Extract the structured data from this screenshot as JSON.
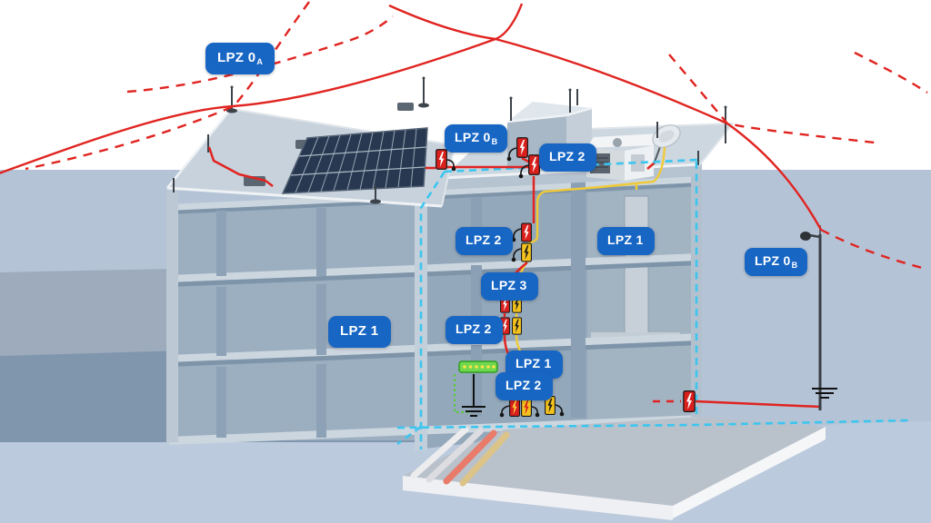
{
  "diagram": {
    "subject": "lightning-protection-zones-building",
    "labels": [
      {
        "id": "lpz-0a-sky",
        "text": "LPZ 0",
        "sub": "A"
      },
      {
        "id": "lpz-0b-roof",
        "text": "LPZ 0",
        "sub": "B"
      },
      {
        "id": "lpz-2-roofline",
        "text": "LPZ 2",
        "sub": ""
      },
      {
        "id": "lpz-2-floor2",
        "text": "LPZ 2",
        "sub": ""
      },
      {
        "id": "lpz-1-floor2",
        "text": "LPZ 1",
        "sub": ""
      },
      {
        "id": "lpz-3-room",
        "text": "LPZ 3",
        "sub": ""
      },
      {
        "id": "lpz-2-floor1",
        "text": "LPZ 2",
        "sub": ""
      },
      {
        "id": "lpz-1-entry",
        "text": "LPZ 1",
        "sub": ""
      },
      {
        "id": "lpz-2-entry",
        "text": "LPZ 2",
        "sub": ""
      },
      {
        "id": "lpz-1-left-wing",
        "text": "LPZ 1",
        "sub": ""
      },
      {
        "id": "lpz-0b-field",
        "text": "LPZ 0",
        "sub": "B"
      }
    ],
    "colors": {
      "badge_blue": "#1766c4",
      "lightning_red": "#e02420",
      "lpz_boundary_cyan": "#3cc6ef",
      "data_line_yellow": "#f0ca36",
      "bonding_green": "#54cc30",
      "spd_power_red": "#d9201d",
      "spd_data_yellow": "#f3c21d",
      "solar_panel_navy": "#273850"
    }
  }
}
